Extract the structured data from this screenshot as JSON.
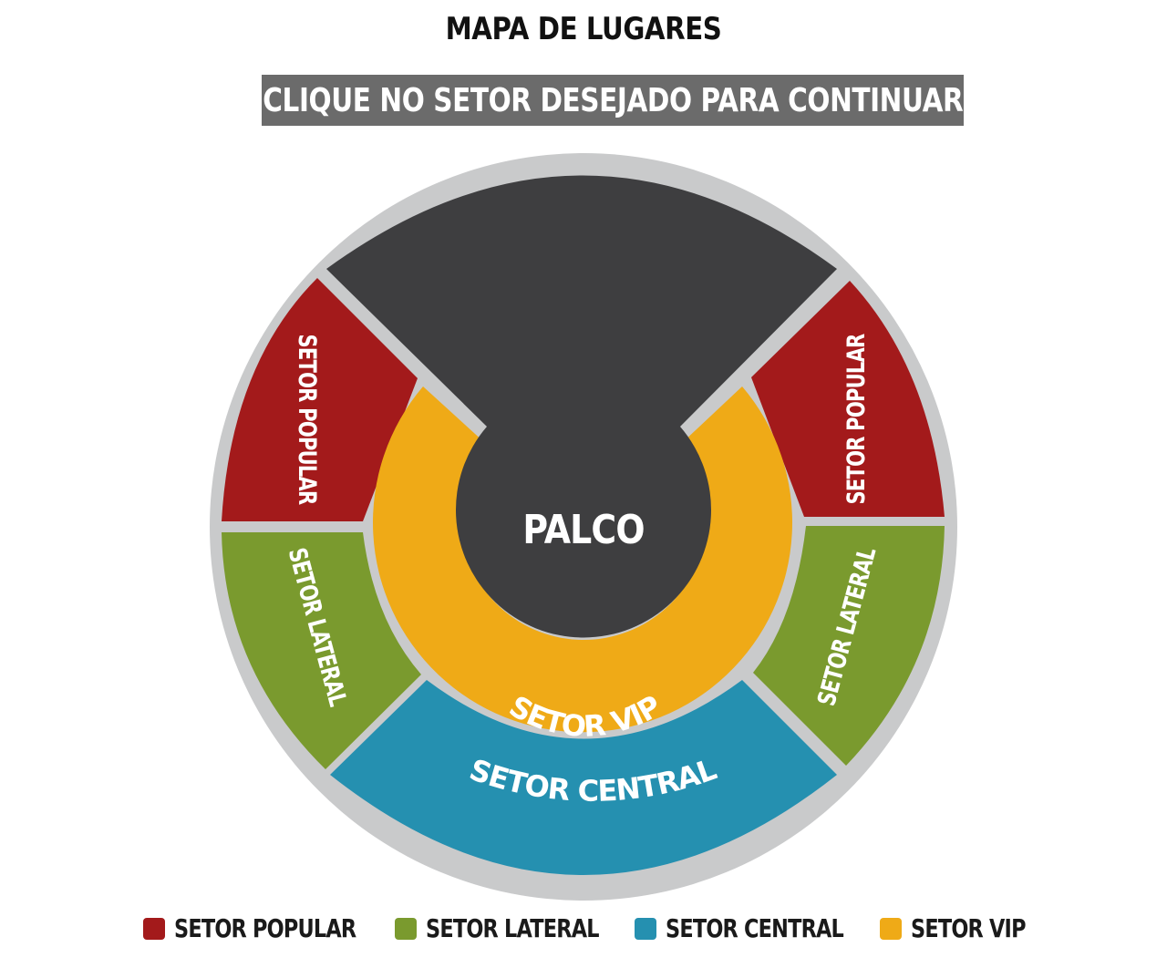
{
  "header": {
    "title": "MAPA DE LUGARES",
    "instruction": "CLIQUE NO SETOR DESEJADO PARA CONTINUAR"
  },
  "stage": {
    "label": "PALCO"
  },
  "sections": {
    "popular_left": {
      "label": "SETOR POPULAR"
    },
    "popular_right": {
      "label": "SETOR POPULAR"
    },
    "lateral_left": {
      "label": "SETOR LATERAL"
    },
    "lateral_right": {
      "label": "SETOR LATERAL"
    },
    "central": {
      "label": "SETOR CENTRAL"
    },
    "vip": {
      "label": "SETOR VIP"
    }
  },
  "legend": [
    {
      "label": "SETOR POPULAR",
      "color": "#a31a1b"
    },
    {
      "label": "SETOR LATERAL",
      "color": "#7a9a2e"
    },
    {
      "label": "SETOR CENTRAL",
      "color": "#2590b0"
    },
    {
      "label": "SETOR VIP",
      "color": "#efaa17"
    }
  ],
  "colors": {
    "popular": "#a31a1b",
    "lateral": "#7a9a2e",
    "central": "#2590b0",
    "vip": "#efaa17",
    "stage": "#3e3e40",
    "ring": "#c9cacb",
    "banner": "#6b6b6b"
  }
}
